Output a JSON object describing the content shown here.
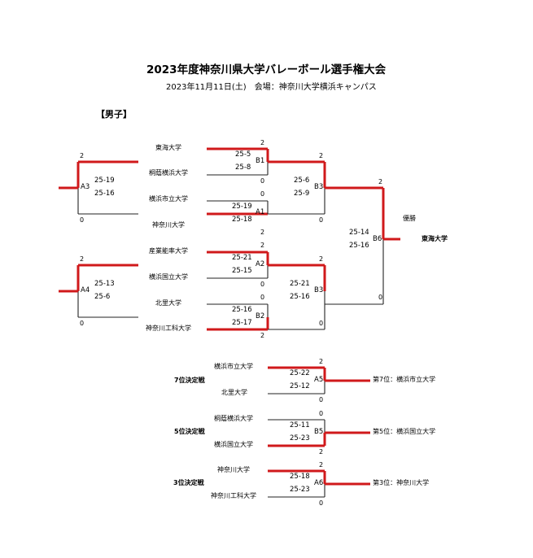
{
  "header": {
    "title": "2023年度神奈川県大学バレーボール選手権大会",
    "subtitle": "2023年11月11日(土)　会場：神奈川大学横浜キャンパス",
    "section": "【男子】"
  },
  "teams": {
    "t1": "東海大学",
    "t2": "桐蔭横浜大学",
    "t3": "横浜市立大学",
    "t4": "神奈川大学",
    "t5": "産業能率大学",
    "t6": "横浜国立大学",
    "t7": "北里大学",
    "t8": "神奈川工科大学"
  },
  "matches": {
    "B1": {
      "label": "B1",
      "s1": "25-5",
      "s2": "25-8",
      "top": "2",
      "bot": "0"
    },
    "A1": {
      "label": "A1",
      "s1": "25-19",
      "s2": "25-18",
      "top": "0",
      "bot": "2"
    },
    "A2": {
      "label": "A2",
      "s1": "25-21",
      "s2": "25-15",
      "top": "2",
      "bot": "0"
    },
    "B2": {
      "label": "B2",
      "s1": "25-16",
      "s2": "25-17",
      "top": "0",
      "bot": "2"
    },
    "A3": {
      "label": "A3",
      "s1": "25-19",
      "s2": "25-16",
      "top": "2",
      "bot": "0"
    },
    "A4": {
      "label": "A4",
      "s1": "25-13",
      "s2": "25-6",
      "top": "2",
      "bot": "0"
    },
    "B3a": {
      "label": "B3",
      "s1": "25-6",
      "s2": "25-9",
      "top": "2",
      "bot": "0"
    },
    "B3b": {
      "label": "B3",
      "s1": "25-21",
      "s2": "25-16",
      "top": "2",
      "bot": "0"
    },
    "B6": {
      "label": "B6",
      "s1": "25-14",
      "s2": "25-16",
      "top": "2",
      "bot": "0"
    }
  },
  "final": {
    "champion_label": "優勝",
    "champion": "東海大学"
  },
  "placement": [
    {
      "title": "7位決定戦",
      "team1": "横浜市立大学",
      "team2": "北里大学",
      "label": "A5",
      "s1": "25-22",
      "s2": "25-12",
      "top": "2",
      "bot": "0",
      "result": "第7位：横浜市立大学"
    },
    {
      "title": "5位決定戦",
      "team1": "桐蔭横浜大学",
      "team2": "横浜国立大学",
      "label": "B5",
      "s1": "25-11",
      "s2": "25-23",
      "top": "0",
      "bot": "2",
      "result": "第5位：横浜国立大学"
    },
    {
      "title": "3位決定戦",
      "team1": "神奈川大学",
      "team2": "神奈川工科大学",
      "label": "A6",
      "s1": "25-18",
      "s2": "25-23",
      "top": "2",
      "bot": "0",
      "result": "第3位：神奈川大学"
    }
  ],
  "colors": {
    "win": "#d0191b",
    "lose": "#222222"
  }
}
